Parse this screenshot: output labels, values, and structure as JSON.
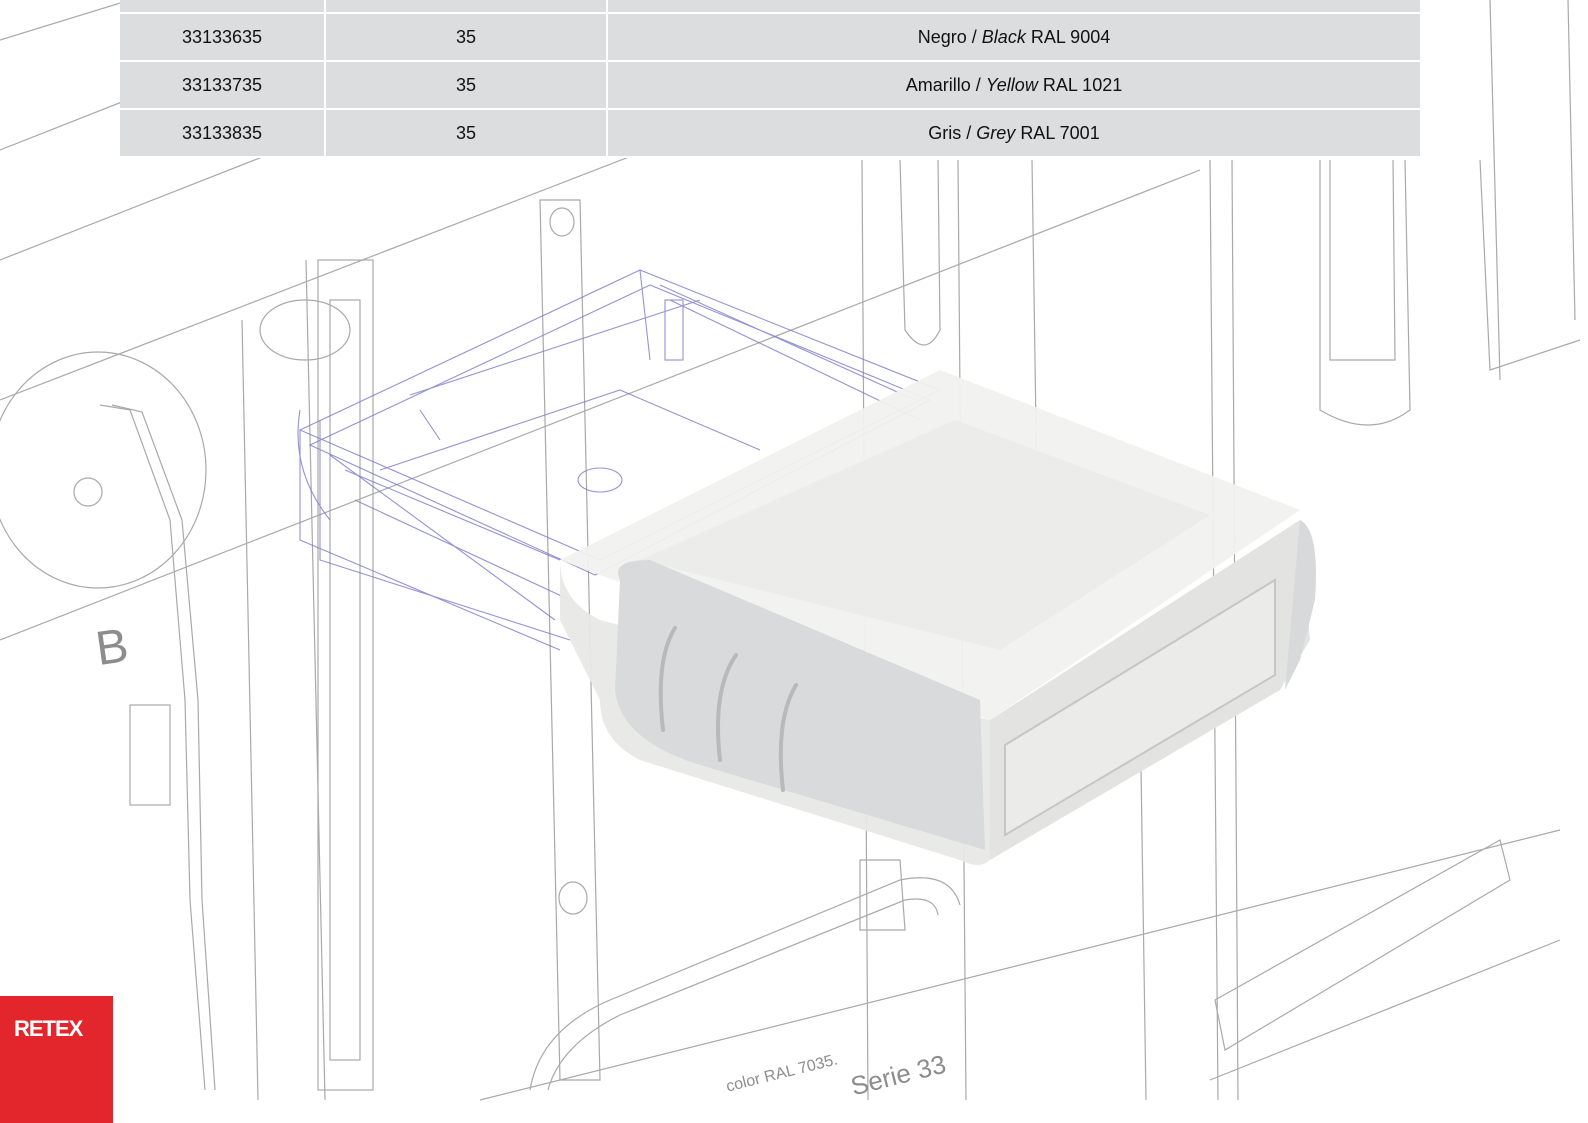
{
  "table": {
    "rows": [
      {
        "code": "33133635",
        "qty": "35",
        "color_es": "Negro /",
        "color_en": "Black",
        "ral": "RAL 9004"
      },
      {
        "code": "33133735",
        "qty": "35",
        "color_es": "Amarillo /",
        "color_en": "Yellow",
        "ral": "RAL 1021"
      },
      {
        "code": "33133835",
        "qty": "35",
        "color_es": "Gris /",
        "color_en": "Grey",
        "ral": "RAL 7001"
      }
    ]
  },
  "drawing": {
    "label_b": "B",
    "label_series": "Serie 33",
    "label_color": "color RAL 7035."
  },
  "brand": {
    "name": "RETEX",
    "color": "#e2262b"
  },
  "colors": {
    "table_bg": "#dcdddf",
    "wireframe": "#7b78c9",
    "line": "#a9a9a9"
  }
}
